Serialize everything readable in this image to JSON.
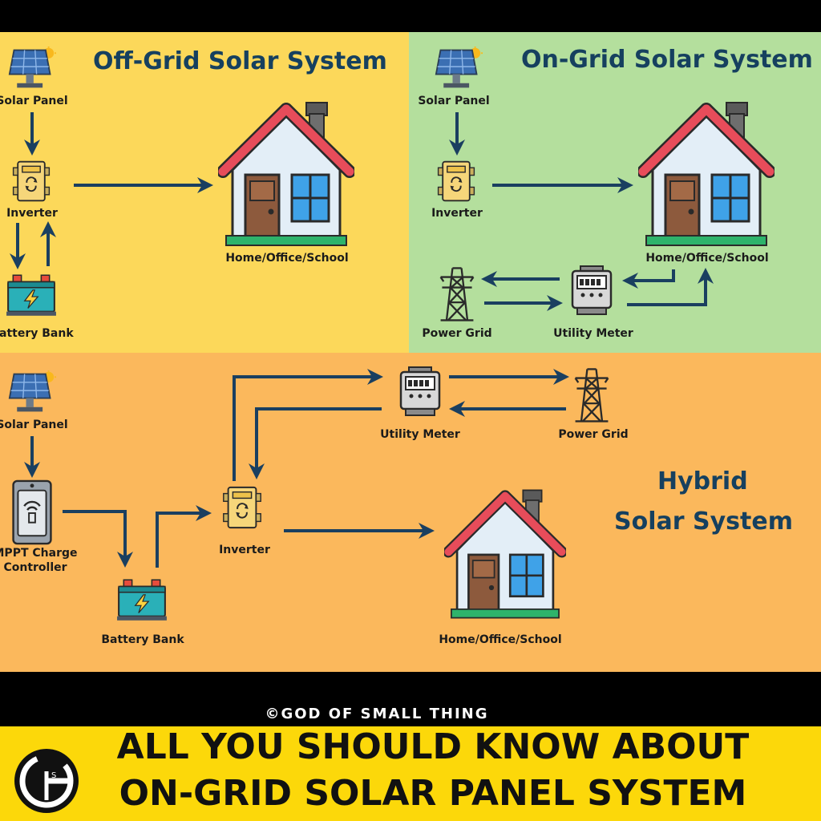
{
  "offgrid": {
    "title": "Off-Grid Solar System",
    "solar_panel": "Solar Panel",
    "inverter": "Inverter",
    "battery": "Battery Bank",
    "home": "Home/Office/School"
  },
  "ongrid": {
    "title": "On-Grid Solar System",
    "solar_panel": "Solar Panel",
    "inverter": "Inverter",
    "home": "Home/Office/School",
    "power_grid": "Power Grid",
    "meter": "Utility Meter"
  },
  "hybrid": {
    "title_line1": "Hybrid",
    "title_line2": "Solar System",
    "solar_panel": "Solar Panel",
    "mppt_line1": "MPPT Charge",
    "mppt_line2": "Controller",
    "battery": "Battery Bank",
    "inverter": "Inverter",
    "meter": "Utility Meter",
    "power_grid": "Power Grid",
    "home": "Home/Office/School"
  },
  "footer": {
    "copyright": "©GOD OF SMALL THING",
    "headline_line1": "ALL YOU SHOULD KNOW ABOUT",
    "headline_line2": "ON-GRID SOLAR PANEL SYSTEM",
    "logo_letters": "G S T"
  },
  "colors": {
    "offgrid_bg": "#fcd85a",
    "ongrid_bg": "#b4df9d",
    "hybrid_bg": "#fbb85c",
    "banner_bg": "#fcd80a",
    "arrow": "#1a3f60",
    "title": "#16405f"
  }
}
